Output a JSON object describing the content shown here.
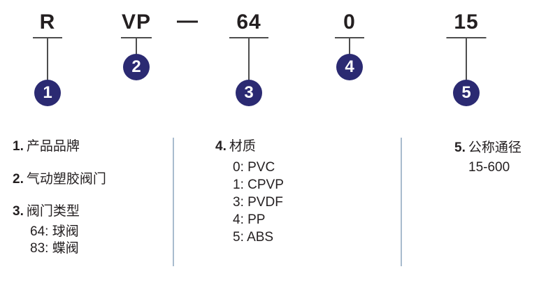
{
  "code": {
    "segments": [
      {
        "label": "R",
        "num": "1"
      },
      {
        "label": "VP",
        "num": "2"
      },
      {
        "label": "64",
        "num": "3"
      },
      {
        "label": "0",
        "num": "4"
      },
      {
        "label": "15",
        "num": "5"
      }
    ],
    "separator": "—"
  },
  "legend": {
    "items": [
      {
        "num_label": "1.",
        "title": "产品品牌",
        "options": []
      },
      {
        "num_label": "2.",
        "title": "气动塑胶阀门",
        "options": []
      },
      {
        "num_label": "3.",
        "title": "阀门类型",
        "options": [
          "64: 球阀",
          "83: 蝶阀"
        ]
      },
      {
        "num_label": "4.",
        "title": "材质",
        "options": [
          "0: PVC",
          "1: CPVP",
          "3: PVDF",
          "4: PP",
          "5: ABS"
        ]
      },
      {
        "num_label": "5.",
        "title": "公称通径",
        "options": [
          "15-600"
        ]
      }
    ]
  },
  "colors": {
    "badge": "#2b2a72",
    "divider": "#a9bcce",
    "line": "#4d4d4d",
    "text": "#231f20"
  }
}
